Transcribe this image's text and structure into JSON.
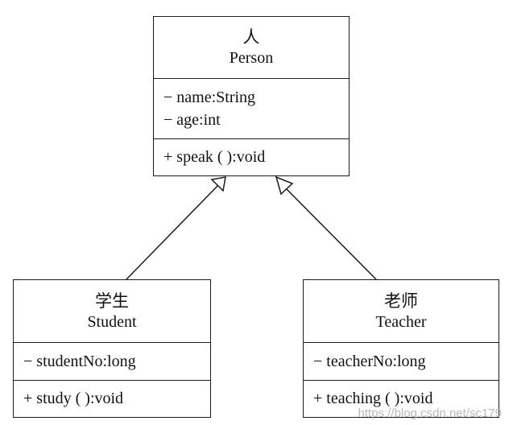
{
  "classes": {
    "person": {
      "cn_name": "人",
      "en_name": "Person",
      "attributes": [
        "− name:String",
        "− age:int"
      ],
      "methods": [
        "+ speak ( ):void"
      ]
    },
    "student": {
      "cn_name": "学生",
      "en_name": "Student",
      "attributes": [
        "− studentNo:long"
      ],
      "methods": [
        "+ study ( ):void"
      ]
    },
    "teacher": {
      "cn_name": "老师",
      "en_name": "Teacher",
      "attributes": [
        "− teacherNo:long"
      ],
      "methods": [
        "+ teaching ( ):void"
      ]
    }
  },
  "relationships": [
    {
      "type": "generalization",
      "from": "Student",
      "to": "Person"
    },
    {
      "type": "generalization",
      "from": "Teacher",
      "to": "Person"
    }
  ],
  "watermark": "https://blog.csdn.net/sc179",
  "colors": {
    "line": "#1a1a1a",
    "background": "#ffffff",
    "watermark": "#b8b8b8"
  }
}
